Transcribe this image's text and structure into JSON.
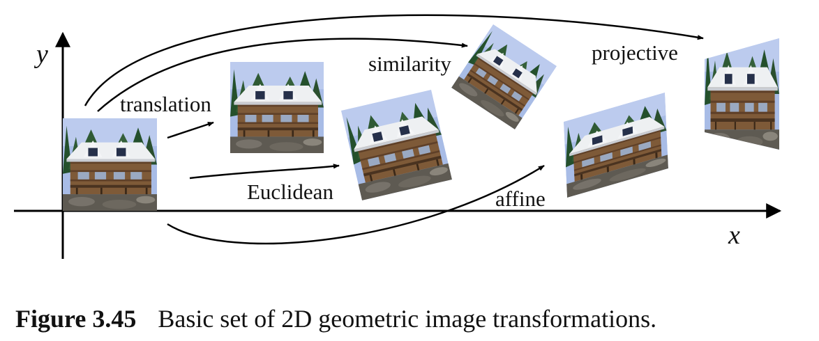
{
  "axes": {
    "y_label": "y",
    "x_label": "x"
  },
  "transforms": {
    "translation": "translation",
    "euclidean": "Euclidean",
    "similarity": "similarity",
    "affine": "affine",
    "projective": "projective"
  },
  "caption": {
    "number": "Figure 3.45",
    "text": "Basic set of 2D geometric image transformations."
  },
  "colors": {
    "sky": "#a8bce6",
    "tree": "#24502c",
    "roof": "#eef0f2",
    "wood": "#7e5a38",
    "ground": "#5e5a52"
  }
}
